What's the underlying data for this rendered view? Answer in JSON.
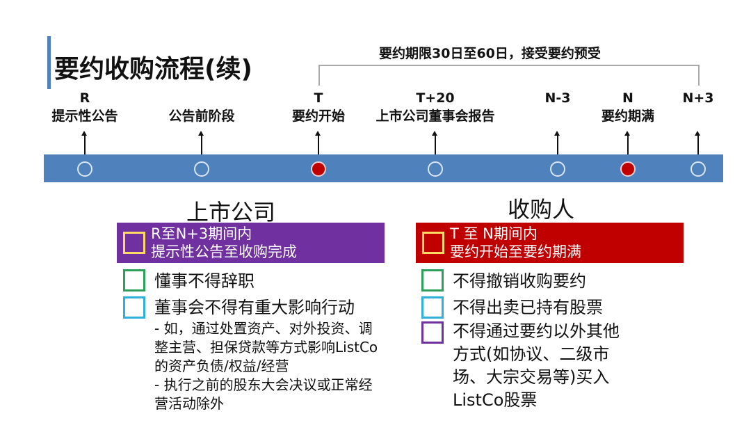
{
  "title": "要约收购流程(续)",
  "period_label": "要约期限30日至60日，接受要约预受",
  "milestones": [
    {
      "code": "R",
      "label": "提示性公告",
      "active": false
    },
    {
      "code": "",
      "label": "公告前阶段",
      "active": false
    },
    {
      "code": "T",
      "label": "要约开始",
      "active": true
    },
    {
      "code": "T+20",
      "label": "上市公司董事会报告",
      "active": false
    },
    {
      "code": "N-3",
      "label": "",
      "active": false
    },
    {
      "code": "N",
      "label": "要约期满",
      "active": true
    },
    {
      "code": "N+3",
      "label": "",
      "active": false
    }
  ],
  "left": {
    "heading": "上市公司",
    "band": {
      "line1": "R至N+3期间内",
      "line2": "提示性公告至收购完成"
    },
    "items": [
      "懂事不得辞职",
      "董事会不得有重大影响行动"
    ],
    "subs": [
      "- 如，通过处置资产、对外投资、调",
      "整主营、担保贷款等方式影响ListCo",
      "的资产负债/权益/经营",
      "- 执行之前的股东大会决议或正常经",
      "营活动除外"
    ]
  },
  "right": {
    "heading": "收购人",
    "band": {
      "line1": "T 至 N期间内",
      "line2": "要约开始至要约期满"
    },
    "items": [
      "不得撤销收购要约",
      "不得出卖已持有股票"
    ],
    "item3": [
      "不得通过要约以外其他",
      "方式(如协议、二级市",
      "场、大宗交易等)买入",
      "ListCo股票"
    ]
  },
  "colors": {
    "timeline": "#4f81bd",
    "active": "#c00000",
    "purple": "#7030a0",
    "red": "#c00000",
    "yellow": "#ffd966",
    "green": "#2ca05a",
    "cyan": "#2eb0d8"
  }
}
